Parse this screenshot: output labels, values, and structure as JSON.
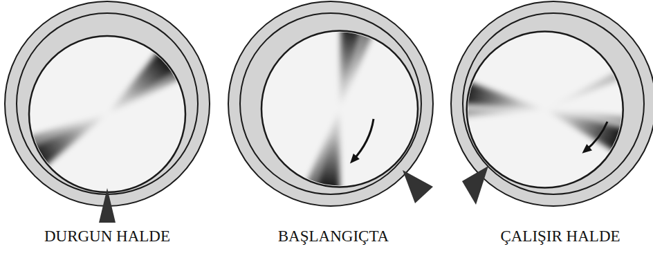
{
  "diagram": {
    "labels": [
      "DURGUN HALDE",
      "BAŞLANGIÇTA",
      "ÇALIŞIR HALDE"
    ]
  }
}
